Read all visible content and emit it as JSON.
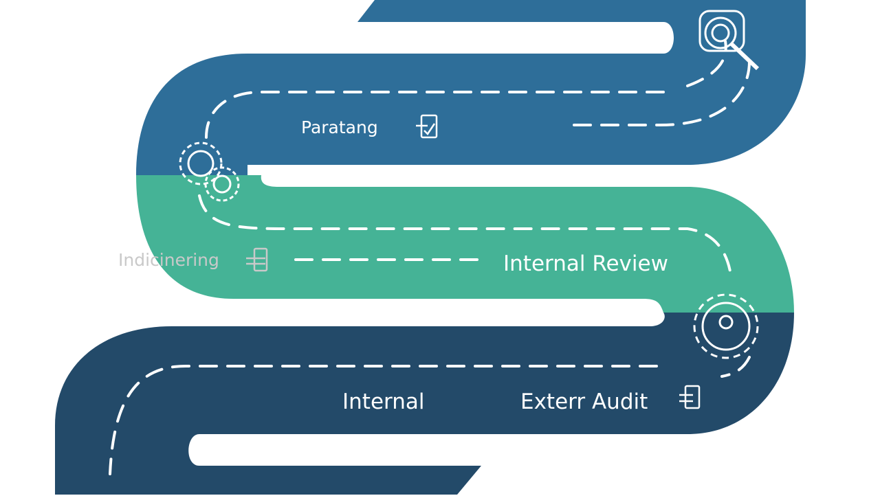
{
  "colors": {
    "road_top": "#2e6e99",
    "road_middle": "#45b396",
    "road_bottom": "#234a69",
    "background": "#ffffff",
    "lane_marking": "#ffffff"
  },
  "stages": [
    {
      "label": "Paratang",
      "icon": "checklist-icon"
    },
    {
      "label": "Indicinering",
      "icon": "document-stack-icon"
    },
    {
      "label": "Internal Review",
      "icon": "gear-icon"
    },
    {
      "label": "Internal",
      "icon": ""
    },
    {
      "label": "Exterr Audit",
      "icon": "checklist-icon"
    }
  ],
  "decorations": [
    {
      "name": "magnifier-icon"
    },
    {
      "name": "gears-icon"
    },
    {
      "name": "gear-icon"
    }
  ]
}
